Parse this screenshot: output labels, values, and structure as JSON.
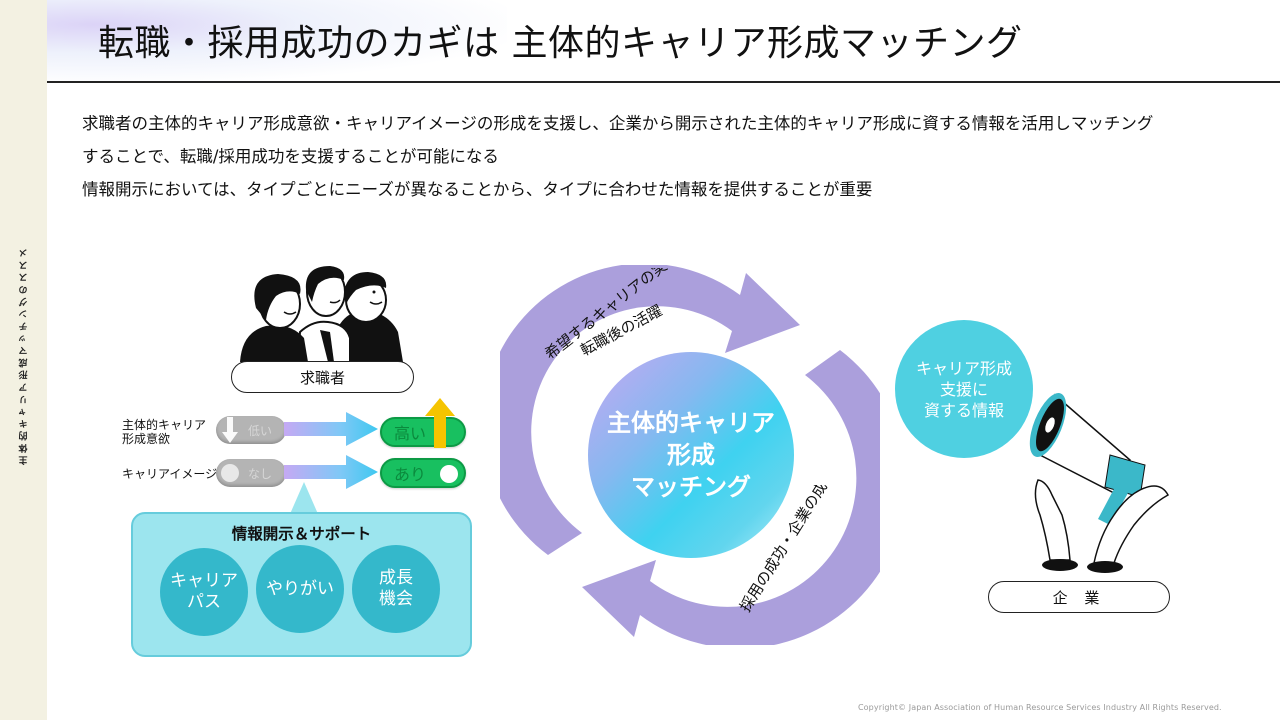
{
  "sidebar": {
    "vertical_text": "主体的キャリア形成マッチングのススメ"
  },
  "header": {
    "title": "転職・採用成功のカギは 主体的キャリア形成マッチング"
  },
  "description": {
    "lines": [
      "求職者の主体的キャリア形成意欲・キャリアイメージの形成を支援し、企業から開示された主体的キャリア形成に資する情報を活用しマッチング",
      "することで、転職/採用成功を支援することが可能になる",
      "情報開示においては、タイプごとにニーズが異なることから、タイプに合わせた情報を提供することが重要"
    ]
  },
  "seeker": {
    "label": "求職者",
    "rows": [
      {
        "label": "主体的キャリア\n形成意欲",
        "before": "低い",
        "after": "高い"
      },
      {
        "label": "キャリアイメージ",
        "before": "なし",
        "after": "あり"
      }
    ],
    "info_box": {
      "title": "情報開示＆サポート",
      "bubbles": [
        "キャリア\nパス",
        "やりがい",
        "成長\n機会"
      ]
    }
  },
  "cycle": {
    "center": "主体的キャリア\n形成\nマッチング",
    "top_arc": [
      "希望するキャリアの実現",
      "転職後の活躍"
    ],
    "bottom_arc": "採用の成功・企業の成長"
  },
  "company": {
    "bubble": "キャリア形成\n支援に\n資する情報",
    "label": "企 業"
  },
  "footer": {
    "copyright": "Copyright© Japan Association of Human Resource Services Industry All Rights Reserved."
  },
  "colors": {
    "arc": "#ab9fdc",
    "toggle_on": "#18c060",
    "toggle_off": "#b4b4b4",
    "info_box": "#9ce5ee",
    "bubble": "#34b8cb",
    "company_bubble": "#4fd0e1",
    "up_arrow": "#f5c400"
  },
  "icons": {
    "people": "people-illustration",
    "megaphone": "megaphone-hands-illustration",
    "down_arrow": "down-arrow-icon",
    "up_arrow": "up-arrow-icon"
  }
}
